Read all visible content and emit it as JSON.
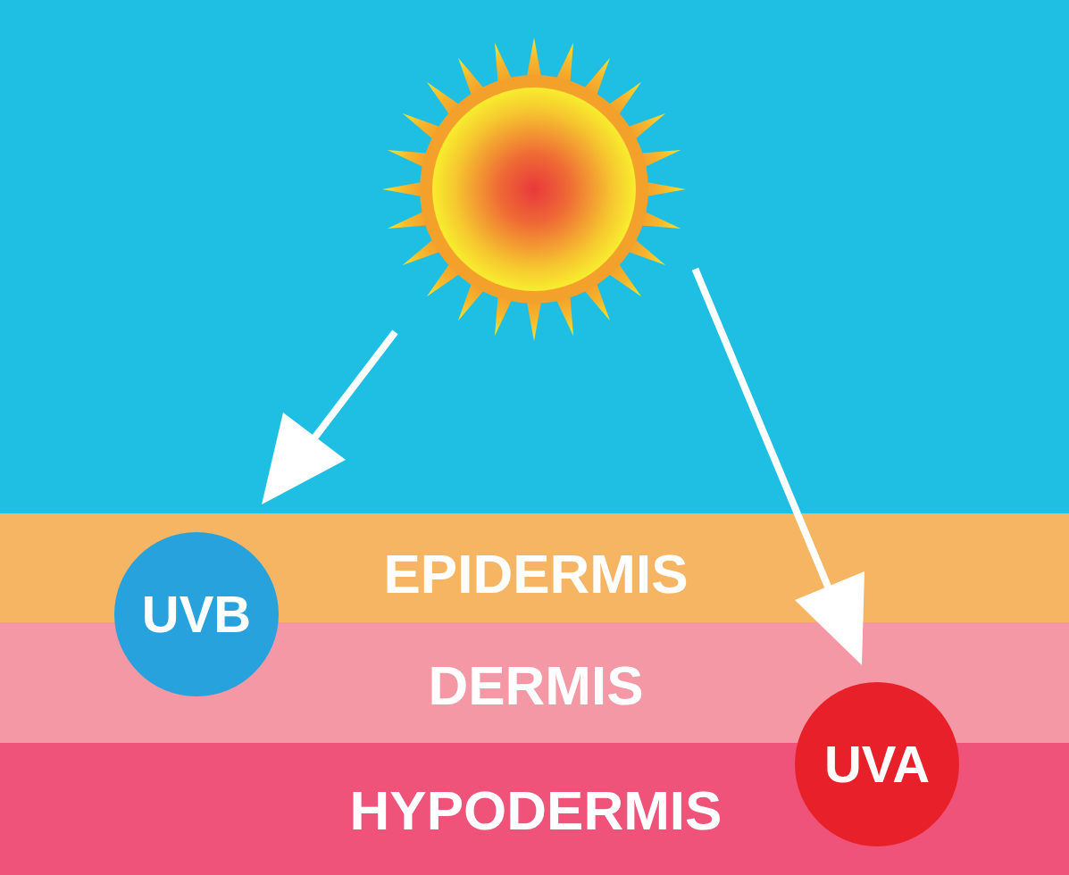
{
  "diagram": {
    "nodes": [
      {
        "text": [
          "EPIDERMIS"
        ]
      },
      {
        "text": [
          "DERMIS"
        ]
      },
      {
        "text": [
          "HYPODERMIS"
        ]
      },
      {
        "text": [
          "UVB"
        ]
      },
      {
        "text": [
          "UVA"
        ]
      }
    ]
  }
}
